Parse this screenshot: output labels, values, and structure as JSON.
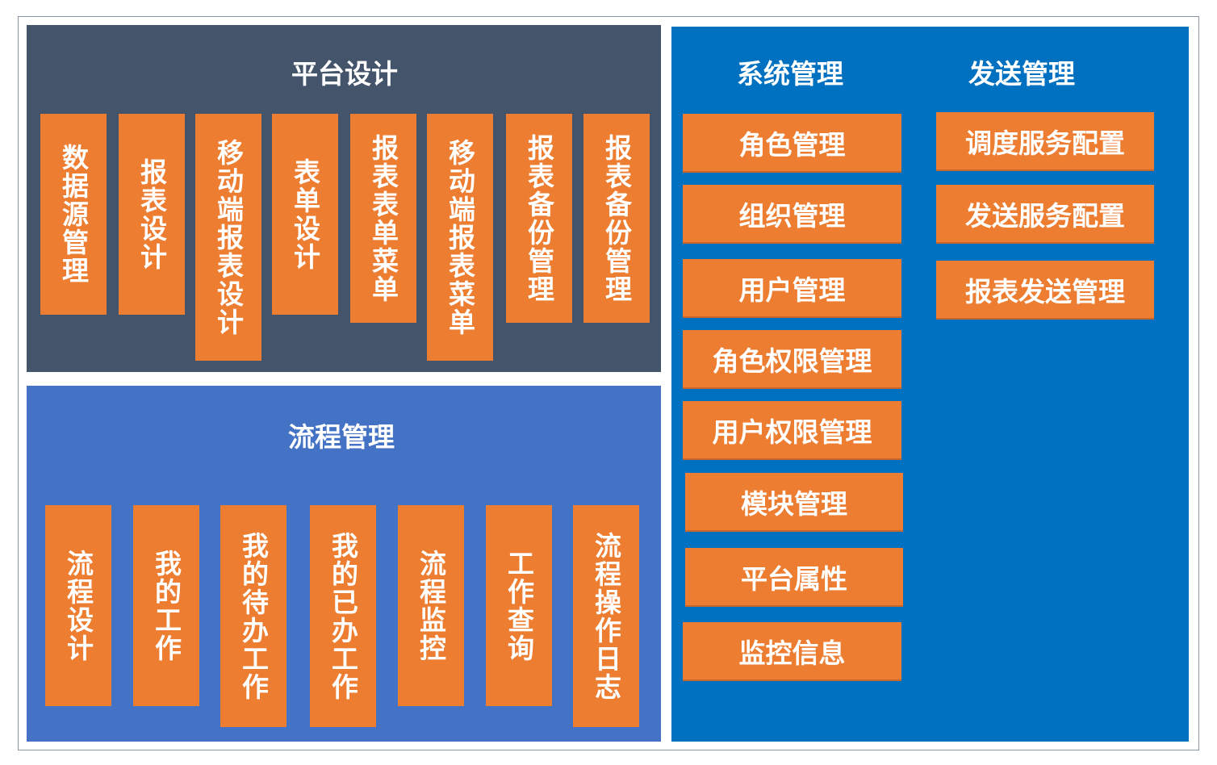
{
  "platform": {
    "title": "平台设计",
    "items": [
      "数据源管理",
      "报表设计",
      "移动端报表设计",
      "表单设计",
      "报表表单菜单",
      "移动端报表菜单",
      "报表备份管理",
      "报表备份管理"
    ]
  },
  "flow": {
    "title": "流程管理",
    "items": [
      "流程设计",
      "我的工作",
      "我的待办工作",
      "我的已办工作",
      "流程监控",
      "工作查询",
      "流程操作日志"
    ]
  },
  "system": {
    "title": "系统管理",
    "items": [
      "角色管理",
      "组织管理",
      "用户管理",
      "角色权限管理",
      "用户权限管理",
      "模块管理",
      "平台属性",
      "监控信息"
    ]
  },
  "send": {
    "title": "发送管理",
    "items": [
      "调度服务配置",
      "发送服务配置",
      "报表发送管理"
    ]
  },
  "colors": {
    "platform_bg": "#44546a",
    "flow_bg": "#4472c4",
    "system_bg": "#0070c0",
    "item_bg": "#ed7d31"
  }
}
